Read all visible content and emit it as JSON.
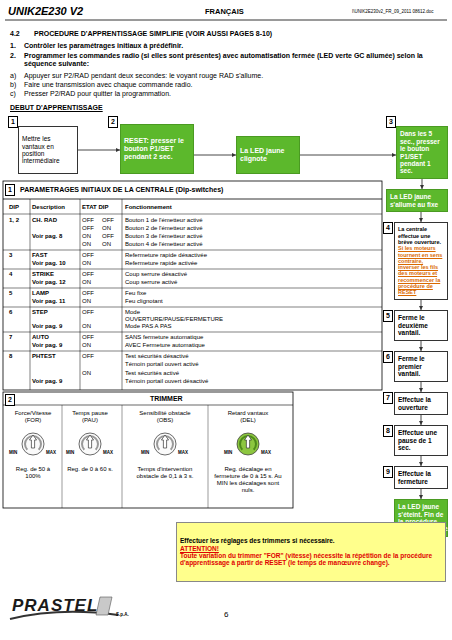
{
  "diagram": {
    "nodes": [
      {
        "text": [
          "Mettre les vantaux en position intermédiaire"
        ]
      },
      {
        "text": [
          "RESET: presser le bouton P1/SET pendant 2 sec."
        ]
      },
      {
        "text": [
          "La LED jaune clignote"
        ]
      },
      {
        "text": [
          "Dans les 5 sec., presser le bouton P1/SET pendant 1 sec."
        ]
      },
      {
        "text": [
          "La LED jaune s'allume au fixe"
        ]
      },
      {
        "text": [
          "La centrale effectue une brève ouverture.",
          "Si les moteurs tournent en sens contraire, inverser les fils des moteurs et recommencer la procédure de RESET"
        ]
      },
      {
        "text": [
          "Ferme le deuxième vantail."
        ]
      },
      {
        "text": [
          "Ferme le premier vantail."
        ]
      },
      {
        "text": [
          "Effectue la ouverture"
        ]
      },
      {
        "text": [
          "Effectue une pause de 1 sec."
        ]
      },
      {
        "text": [
          "Effectue la fermeture"
        ]
      },
      {
        "text": [
          "La LED jaune s'éteint. Fin de la procédure d'apprentissage."
        ]
      },
      {
        "text": [
          "Effectuer les réglages des trimmers si nécessaire.",
          "ATTENTION!",
          "Toute variation du trimmer \"FOR\" (vitesse) nécessite la répétition de la procédure d'apprentissage à partir de RESET (le temps de manœuvre change)."
        ]
      }
    ],
    "edges": [
      {
        "from": 0,
        "to": 1,
        "arrow": "to"
      },
      {
        "from": 1,
        "to": 2,
        "arrow": "to"
      },
      {
        "from": 2,
        "to": 3,
        "arrow": "to"
      },
      {
        "from": 3,
        "to": 4,
        "arrow": "to"
      },
      {
        "from": 4,
        "to": 5,
        "arrow": "to"
      },
      {
        "from": 5,
        "to": 6,
        "arrow": "to"
      },
      {
        "from": 6,
        "to": 7,
        "arrow": "to"
      },
      {
        "from": 7,
        "to": 8,
        "arrow": "to"
      },
      {
        "from": 8,
        "to": 9,
        "arrow": "to"
      },
      {
        "from": 9,
        "to": 10,
        "arrow": "to"
      },
      {
        "from": 10,
        "to": 11,
        "arrow": "to"
      }
    ],
    "labels": [
      "UNIK2E230 V2",
      "FRANÇAIS",
      "I\\UNIK2E230v2_FR_09_2011 08612.doc",
      "4.2",
      "PROCEDURE D'APPRENTISSAGE SIMPLIFIE (VOIR AUSSI PAGES 8-10)",
      "1.",
      "Contrôler les paramétrages initiaux à prédéfinir.",
      "2.",
      "Programmer les commandes radio (si elles sont présentes) avec automatisation fermée (LED verte GC allumée) selon la séquence suivante:",
      "a)",
      "Appuyer sur P2/RAD pendant deux secondes: le voyant rouge RAD s'allume.",
      "b)",
      "Faire une transmission avec chaque commande radio.",
      "c)",
      "Presser P2/RAD pour quitter la programmation.",
      "DEBUT D'APPRENTISSAGE",
      "1",
      "2",
      "3",
      "4",
      "5",
      "6",
      "7",
      "8",
      "9",
      "1",
      "PARAMETRAGES INITIAUX DE LA CENTRALE (Dip-switches)",
      "DIP",
      "Description",
      "ETAT DIP",
      "Fonctionnement",
      "1, 2",
      "CH. RAD",
      "OFF",
      "OFF",
      "Bouton 1 de l'émetteur activé",
      "OFF",
      "ON",
      "Bouton 2 de l'émetteur activé",
      "Voir pag. 8",
      "ON",
      "OFF",
      "Bouton 3 de l'émetteur activé",
      "ON",
      "ON",
      "Bouton 4 de l'émetteur activé",
      "3",
      "FAST",
      "OFF",
      "Refermeture rapide désactivée",
      "Voir pag. 10",
      "ON",
      "Refermeture rapide activée",
      "4",
      "STRIKE",
      "OFF",
      "Coup serrure désactivé",
      "Voir pag. 12",
      "ON",
      "Coup serrure activé",
      "5",
      "LAMP",
      "OFF",
      "Feu fixe",
      "Voir pag. 11",
      "ON",
      "Feu clignotant",
      "6",
      "STEP",
      "OFF",
      "Mode OUVERTURE/PAUSE/FERMETURE",
      "Voir pag. 9",
      "ON",
      "Mode PAS A PAS",
      "7",
      "AUTO",
      "OFF",
      "SANS fermeture automatique",
      "Voir pag. 9",
      "ON",
      "AVEC Fermeture automatique",
      "8",
      "PHTEST",
      "OFF",
      "Test sécurités désactivé",
      "Témoin portail ouvert activé",
      "ON",
      "Test sécurités activé",
      "Témoin portail ouvert désactivé",
      "Voir pag. 9",
      "2",
      "TRIMMER",
      "Force/Vitesse (FOR)",
      "Temps pause (PAU)",
      "Sensibilité obstacle (OBS)",
      "Retard vantaux (DEL)",
      "MIN",
      "MAX",
      "MIN",
      "MAX",
      "MIN",
      "MAX",
      "MIN",
      "MAX",
      "Reg. de 50 à 100%",
      "Reg. de 0 à 60 s.",
      "Temps d'intervention obstacle de 0,1 à 3 s.",
      "Reg. décalage en fermeture de 0 à 15 s. Au MIN les décalages sont nuls.",
      "PRASTEL",
      "S.p.A.",
      "6"
    ]
  }
}
